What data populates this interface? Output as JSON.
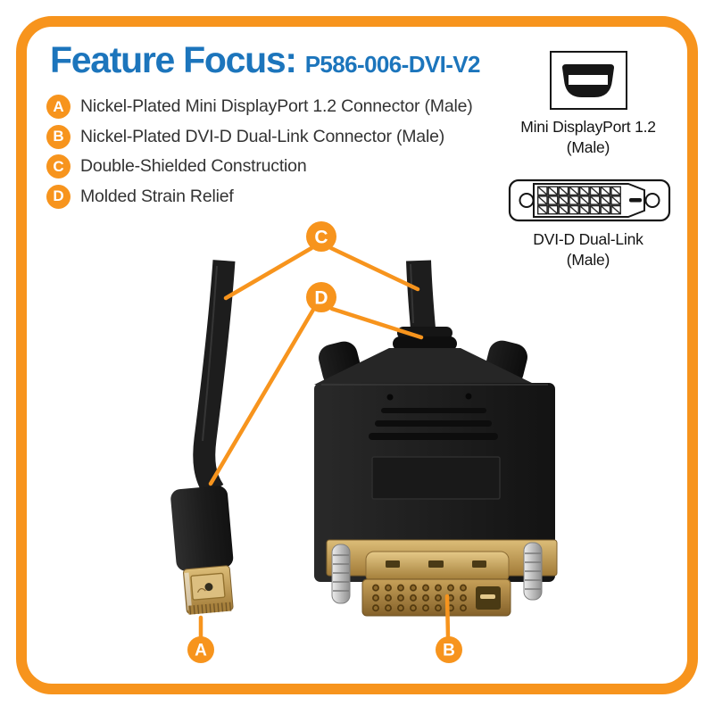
{
  "header": {
    "title": "Feature Focus:",
    "model": "P586-006-DVI-V2"
  },
  "features": [
    {
      "letter": "A",
      "text": "Nickel-Plated Mini DisplayPort 1.2 Connector (Male)"
    },
    {
      "letter": "B",
      "text": "Nickel-Plated DVI-D Dual-Link Connector (Male)"
    },
    {
      "letter": "C",
      "text": "Double-Shielded Construction"
    },
    {
      "letter": "D",
      "text": "Molded Strain Relief"
    }
  ],
  "connector_key": [
    {
      "icon": "mini-displayport-connector-icon",
      "label": "Mini DisplayPort 1.2",
      "sub": "(Male)"
    },
    {
      "icon": "dvi-d-connector-icon",
      "label": "DVI-D Dual-Link",
      "sub": "(Male)"
    }
  ],
  "colors": {
    "accent_orange": "#F7941D",
    "title_blue": "#1C75BC",
    "text_dark": "#333333",
    "line_art_black": "#161616",
    "cable_black": "#1d1d1d",
    "gold": "#C19A52"
  }
}
